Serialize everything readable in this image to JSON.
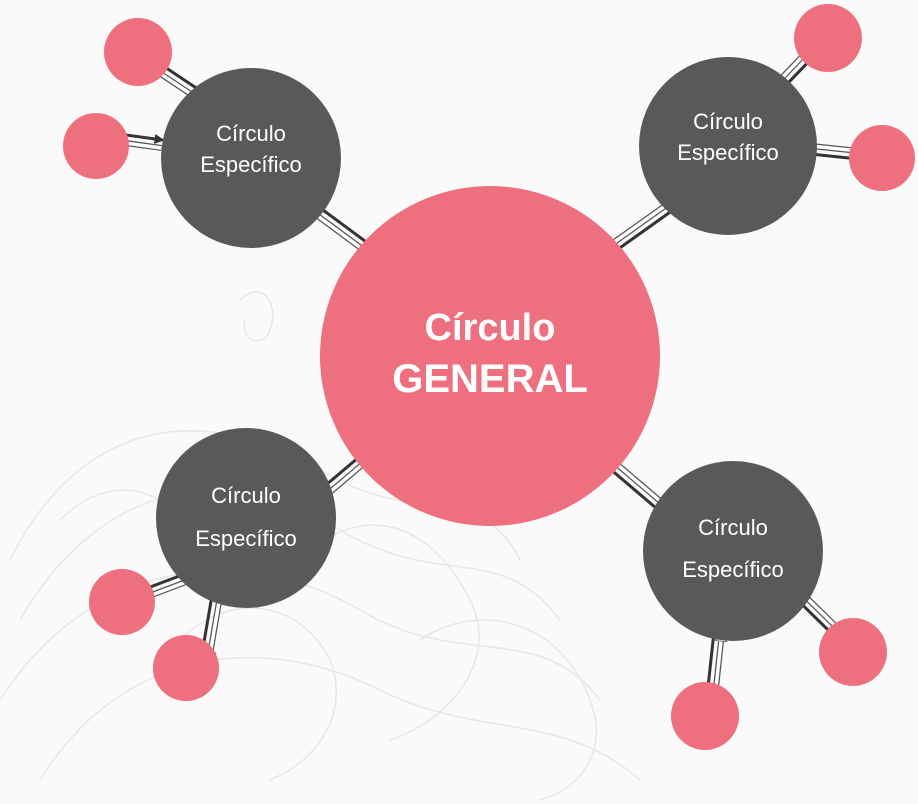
{
  "diagram": {
    "general": {
      "line1": "Círculo",
      "line2": "GENERAL"
    },
    "specific": [
      {
        "line1": "Círculo",
        "line2": "Específico"
      },
      {
        "line1": "Círculo",
        "line2": "Específico"
      },
      {
        "line1": "Círculo",
        "line2": "Específico"
      },
      {
        "line1": "Círculo",
        "line2": "Específico"
      }
    ]
  },
  "colors": {
    "general_fill": "#ee6f7d",
    "specific_fill": "#59595b",
    "satellite_fill": "#ee6f7d",
    "arrow_dark": "#333333",
    "arrow_light": "#ffffff",
    "arrow_outline": "#555555",
    "background_pattern": "#ececec"
  }
}
